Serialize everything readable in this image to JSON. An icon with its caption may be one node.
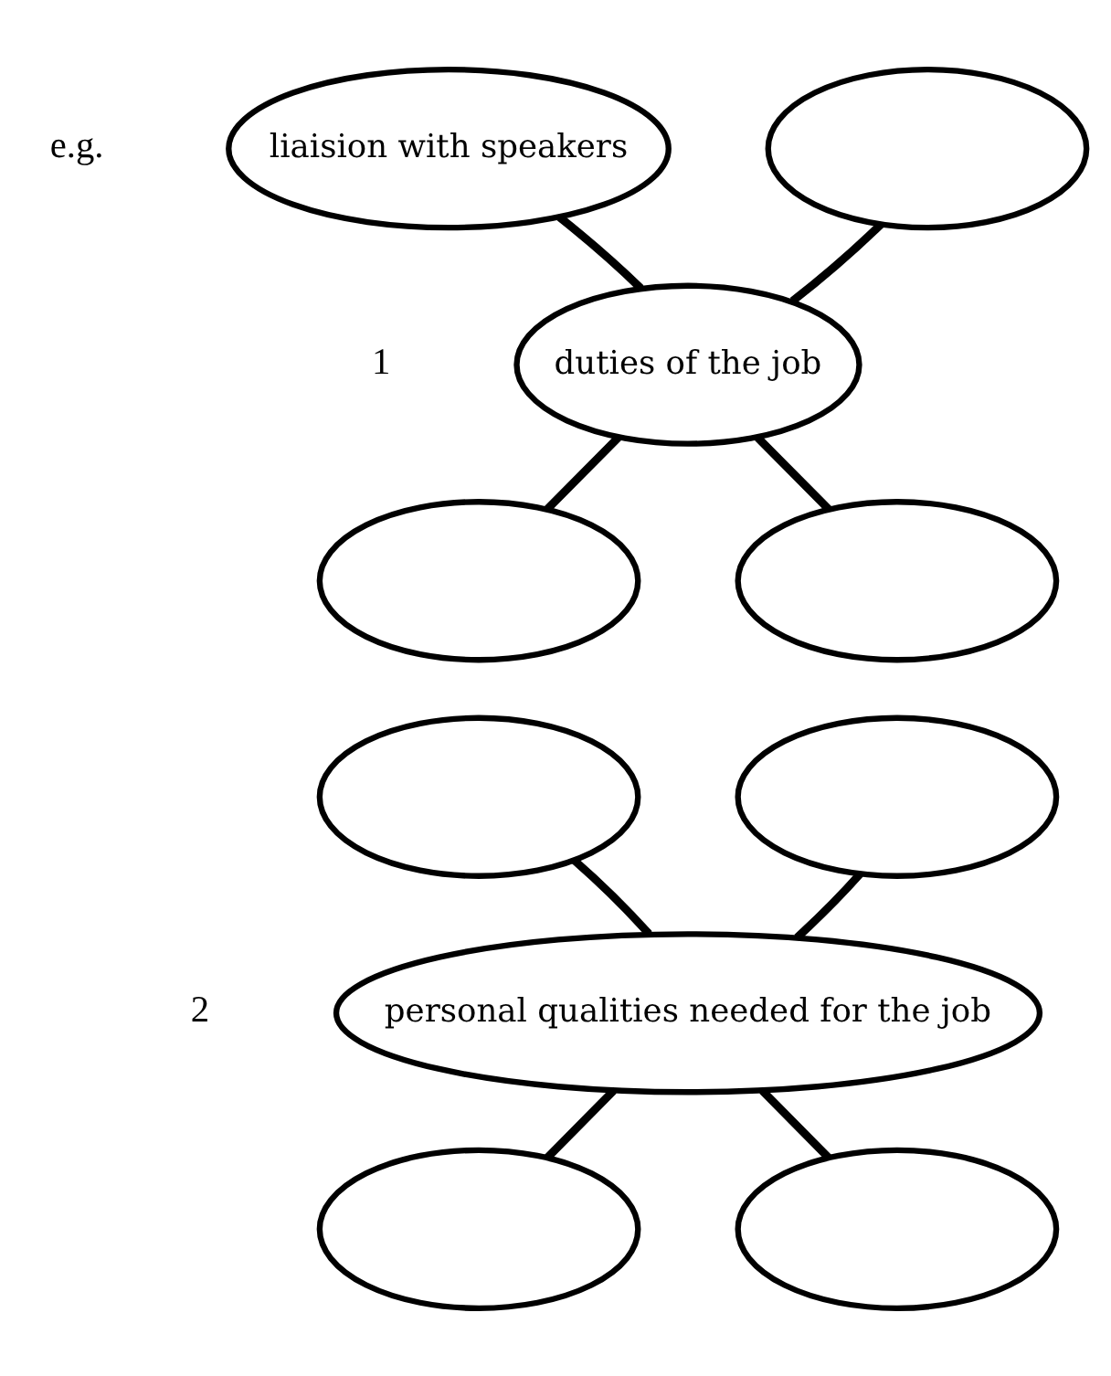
{
  "diagram": {
    "nodes": [
      {
        "text": [
          "liaision with speakers"
        ]
      },
      {
        "text": [],
        "shape": "ellipse"
      },
      {
        "text": [
          "duties of the job"
        ]
      },
      {
        "text": [],
        "shape": "ellipse"
      },
      {
        "text": [],
        "shape": "ellipse"
      },
      {
        "text": [],
        "shape": "ellipse"
      },
      {
        "text": [],
        "shape": "ellipse"
      },
      {
        "text": [
          "personal qualities needed for the job"
        ]
      },
      {
        "text": [],
        "shape": "ellipse"
      },
      {
        "text": [],
        "shape": "ellipse"
      }
    ],
    "edges": [
      {
        "from": 2,
        "to": 0,
        "arrow": "none"
      },
      {
        "from": 2,
        "to": 1,
        "arrow": "none"
      },
      {
        "from": 2,
        "to": 3,
        "arrow": "none"
      },
      {
        "from": 2,
        "to": 4,
        "arrow": "none"
      },
      {
        "from": 7,
        "to": 5,
        "arrow": "none"
      },
      {
        "from": 7,
        "to": 6,
        "arrow": "none"
      },
      {
        "from": 7,
        "to": 8,
        "arrow": "none"
      },
      {
        "from": 7,
        "to": 9,
        "arrow": "none"
      }
    ],
    "labels": [
      "e.g.",
      "1",
      "2"
    ]
  }
}
